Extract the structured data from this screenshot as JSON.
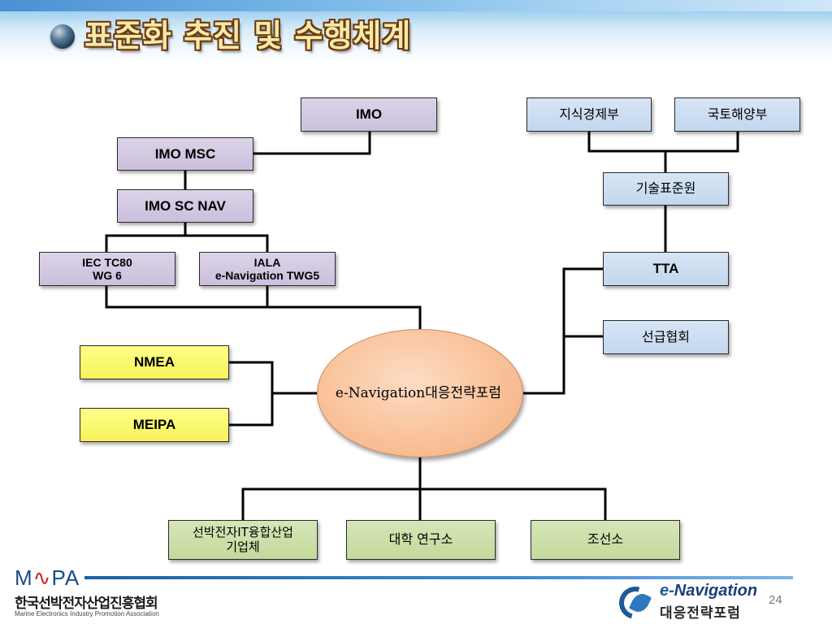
{
  "slide": {
    "title": "표준화 추진 및 수행체계",
    "page_number": "24"
  },
  "nodes": {
    "imo": "IMO",
    "imo_msc": "IMO MSC",
    "imo_sc_nav": "IMO SC NAV",
    "iec_tc80": "IEC TC80\nWG 6",
    "iala": "IALA\ne-Navigation TWG5",
    "ministry_knowledge_economy": "지식경제부",
    "ministry_land_maritime": "국토해양부",
    "kats": "기술표준원",
    "tta": "TTA",
    "ship_register": "선급협회",
    "nmea": "NMEA",
    "meipa": "MEIPA",
    "center": "e-Navigation대응전략포럼",
    "it_fusion_companies": "선박전자IT융합산업\n기업체",
    "universities": "대학 연구소",
    "shipyards": "조선소"
  },
  "footer": {
    "left_logo_mark_a": "M",
    "left_logo_mark_b": "PA",
    "left_logo_korean": "한국선박전자산업진흥협회",
    "left_logo_english": "Marine Electronics Industry Promotion Association",
    "right_logo_en_prefix": "e-",
    "right_logo_en_rest": "Navigation",
    "right_logo_korean": "대응전략포럼"
  },
  "colors": {
    "purple_box": "#cbbfdd",
    "blue_box": "#c3d7ef",
    "yellow_box": "#f7f25a",
    "green_box": "#c3d99c",
    "center_ellipse": "#f9c29a",
    "title_text": "#f7e9a8",
    "title_outline": "#6b3a10"
  }
}
